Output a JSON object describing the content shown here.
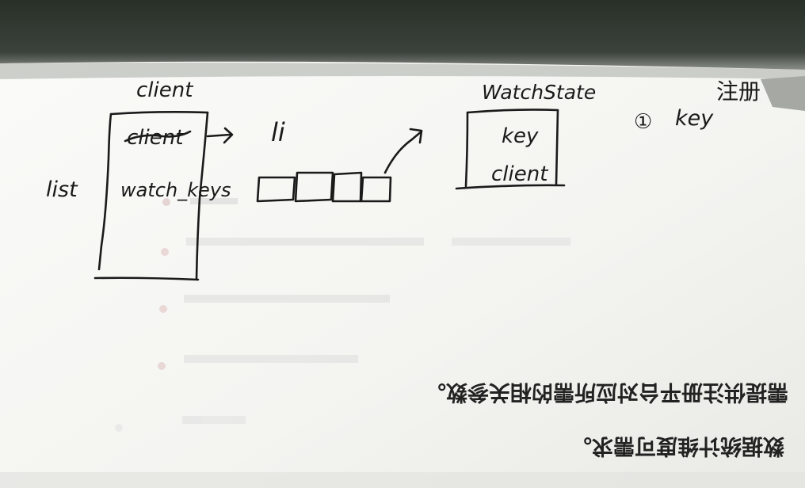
{
  "notes": {
    "client_title": "client",
    "client_struck": "client",
    "watch_keys": "watch_keys",
    "list": "list",
    "li": "li",
    "watchstate_title": "WatchState",
    "key": "key",
    "client_field": "client",
    "circle_one": "①",
    "key_note": "key",
    "register": "注册"
  },
  "printed": {
    "line1": "需提供注册平台对应所需的相关参数。",
    "line2": "数据统计维度可需求。"
  },
  "colors": {
    "ink": "#1a1a1a",
    "paper": "#f6f6f4",
    "dark_top": "#2b302b"
  }
}
